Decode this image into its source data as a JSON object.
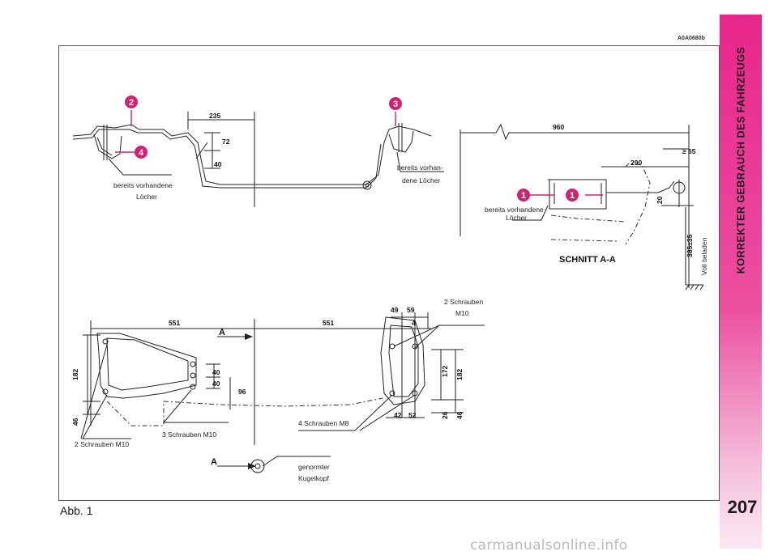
{
  "figure": {
    "code": "A0A0680b",
    "caption": "Abb. 1",
    "callouts": [
      "2",
      "4",
      "3",
      "1",
      "1"
    ],
    "dimensions_top": [
      "235",
      "72",
      "40",
      "960",
      "≥ 65",
      "290",
      "20",
      "385±35"
    ],
    "dimensions_bottom": [
      "551",
      "551",
      "49",
      "59",
      "4",
      "182",
      "40",
      "40",
      "96",
      "46",
      "182",
      "172",
      "26",
      "46",
      "42",
      "52"
    ],
    "section_marks": [
      "A",
      "A"
    ],
    "labels": {
      "holes_left_l1": "bereits vorhandene",
      "holes_left_l2": "Löcher",
      "holes_right_l1": "bereits vorhan-",
      "holes_right_l2": "dene Löcher",
      "holes_section_l1": "bereits vorhandene",
      "holes_section_l2": "Löcher",
      "section_title": "SCHNITT A-A",
      "loaded": "Voll beladen",
      "screws_m10_top_l1": "2 Schrauben",
      "screws_m10_top_l2": "M10",
      "screws_m8": "4 Schrauben M8",
      "screws_3_m10": "3 Schrauben M10",
      "screws_2_m10": "2 Schrauben M10",
      "ball_l1": "genormter",
      "ball_l2": "Kugelkopf"
    },
    "accent_color": "#d4206f"
  },
  "sidebar": {
    "title": "KORREKTER GEBRAUCH DES FAHRZEUGS",
    "page_number": "207",
    "tab_color": "#e8268a"
  },
  "watermark": "carmanualsonline.info"
}
